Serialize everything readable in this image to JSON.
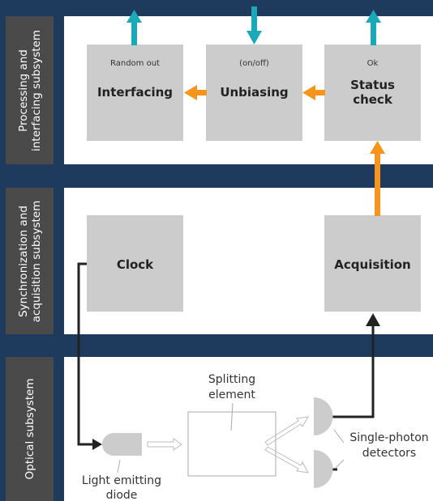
{
  "subsystems": {
    "processing": "Processing and\ninterfacing subsystem",
    "synchronization": "Synchronization and\nacquisition subsystem",
    "optical": "Optical subsystem"
  },
  "blocks": {
    "interfacing": {
      "label": "Interfacing",
      "note": "Random out"
    },
    "unbiasing": {
      "label": "Unbiasing",
      "note": "(on/off)"
    },
    "status_check": {
      "label": "Status\ncheck",
      "note": "Ok"
    },
    "clock": {
      "label": "Clock"
    },
    "acquisition": {
      "label": "Acquisition"
    }
  },
  "optical": {
    "splitting_element": [
      "Splitting",
      "element"
    ],
    "detectors": [
      "Single-photon",
      "detectors"
    ],
    "led": [
      "Light emitting",
      "diode"
    ]
  },
  "colors": {
    "background": "#1e3a5c",
    "sidebar": "#4a4a4a",
    "block": "#cccccc",
    "arrow_orange": "#f7941d",
    "arrow_teal": "#1aa9b8",
    "line_dark": "#222222"
  }
}
